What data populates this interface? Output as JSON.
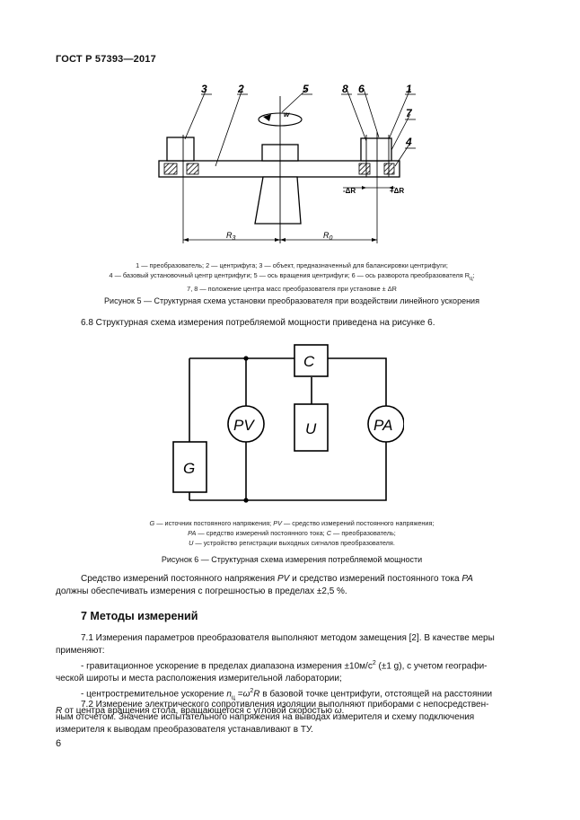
{
  "header": {
    "doc_code": "ГОСТ Р 57393—2017"
  },
  "figure5": {
    "labels": {
      "n3": "3",
      "n2": "2",
      "n5": "5",
      "n8": "8",
      "n6": "6",
      "n1": "1",
      "n7": "7",
      "n4": "4",
      "w": "w",
      "minus_dr": "-ΔR",
      "plus_dr": "+ΔR",
      "r_left": "R",
      "r_left_sub": "3",
      "r_right": "R",
      "r_right_sub": "0"
    },
    "legend": [
      "1 — преобразователь; 2 — центрифуга; 3 — объект, предназначенный для балансировки центрифуги;",
      "4 — базовый установочный центр центрифуги; 5 — ось вращения центрифуги; 6 — ось разворота преобразователя R",
      "7, 8 — положение центра масс преобразователя при установке ± ΔR"
    ],
    "legend_r_sub": "ц",
    "caption": "Рисунок 5 — Структурная схема установки преобразователя при воздействии линейного ускорения"
  },
  "para_6_8": "6.8 Структурная схема измерения потребляемой мощности приведена на рисунке 6.",
  "figure6": {
    "labels": {
      "C": "C",
      "PV": "PV",
      "U": "U",
      "PA": "PA",
      "G": "G"
    },
    "legend_l1": [
      {
        "t": "G",
        "i": true
      },
      {
        "t": " — источник постоянного напряжения; ",
        "i": false
      },
      {
        "t": "PV",
        "i": true
      },
      {
        "t": " — средство измерений постоянного напряжения;",
        "i": false
      }
    ],
    "legend_l2": [
      {
        "t": "PA",
        "i": true
      },
      {
        "t": " — средство измерений постоянного тока; ",
        "i": false
      },
      {
        "t": "C",
        "i": true
      },
      {
        "t": " — преобразователь;",
        "i": false
      }
    ],
    "legend_l3": [
      {
        "t": "U",
        "i": true
      },
      {
        "t": " — устройство регистрации выходных сигналов преобразователя.",
        "i": false
      }
    ],
    "caption": "Рисунок 6 — Структурная схема измерения потребляемой мощности"
  },
  "para_pv_pa": {
    "line1_a": "Средство измерений постоянного напряжения ",
    "line1_pv": "PV",
    "line1_b": " и средство измерений постоянного тока ",
    "line1_pa": "PA",
    "line2": "должны обеспечивать измерения с погрешностью в пределах ±2,5 %."
  },
  "section7": {
    "title": "7 Методы измерений"
  },
  "p7_1": {
    "l1": "7.1 Измерения параметров преобразователя выполняют методом замещения [2]. В качестве меры",
    "l2": "применяют:",
    "l3_a": "- гравитационное ускорение в пределах диапазона измерения ±10м/с",
    "l3_sup": "2",
    "l3_b": " (±1 g),  с учетом географи-",
    "l4": "ческой широты и места расположения измерительной лаборатории;",
    "l5_a": "- центростремительное ускорение ",
    "l5_n": "n",
    "l5_nsub": "ц",
    "l5_eq": " =",
    "l5_w": "ω",
    "l5_sup": "2",
    "l5_r": "R",
    "l5_b": " в базовой точке центрифуги, отстоящей на расстоянии",
    "l6_r": "R",
    "l6_b": " от центра вращения стола, вращающегося с угловой скоростью ",
    "l6_w": "ω",
    "l6_end": "."
  },
  "p7_2": {
    "l1": "7.2 Измерение электрического сопротивления изоляции выполняют приборами с непосредствен-",
    "l2": "ным отсчетом. Значение испытательного напряжения на выводах измерителя и схему подключения",
    "l3": "измерителя к выводам преобразователя устанавливают в ТУ."
  },
  "page_number": "6"
}
